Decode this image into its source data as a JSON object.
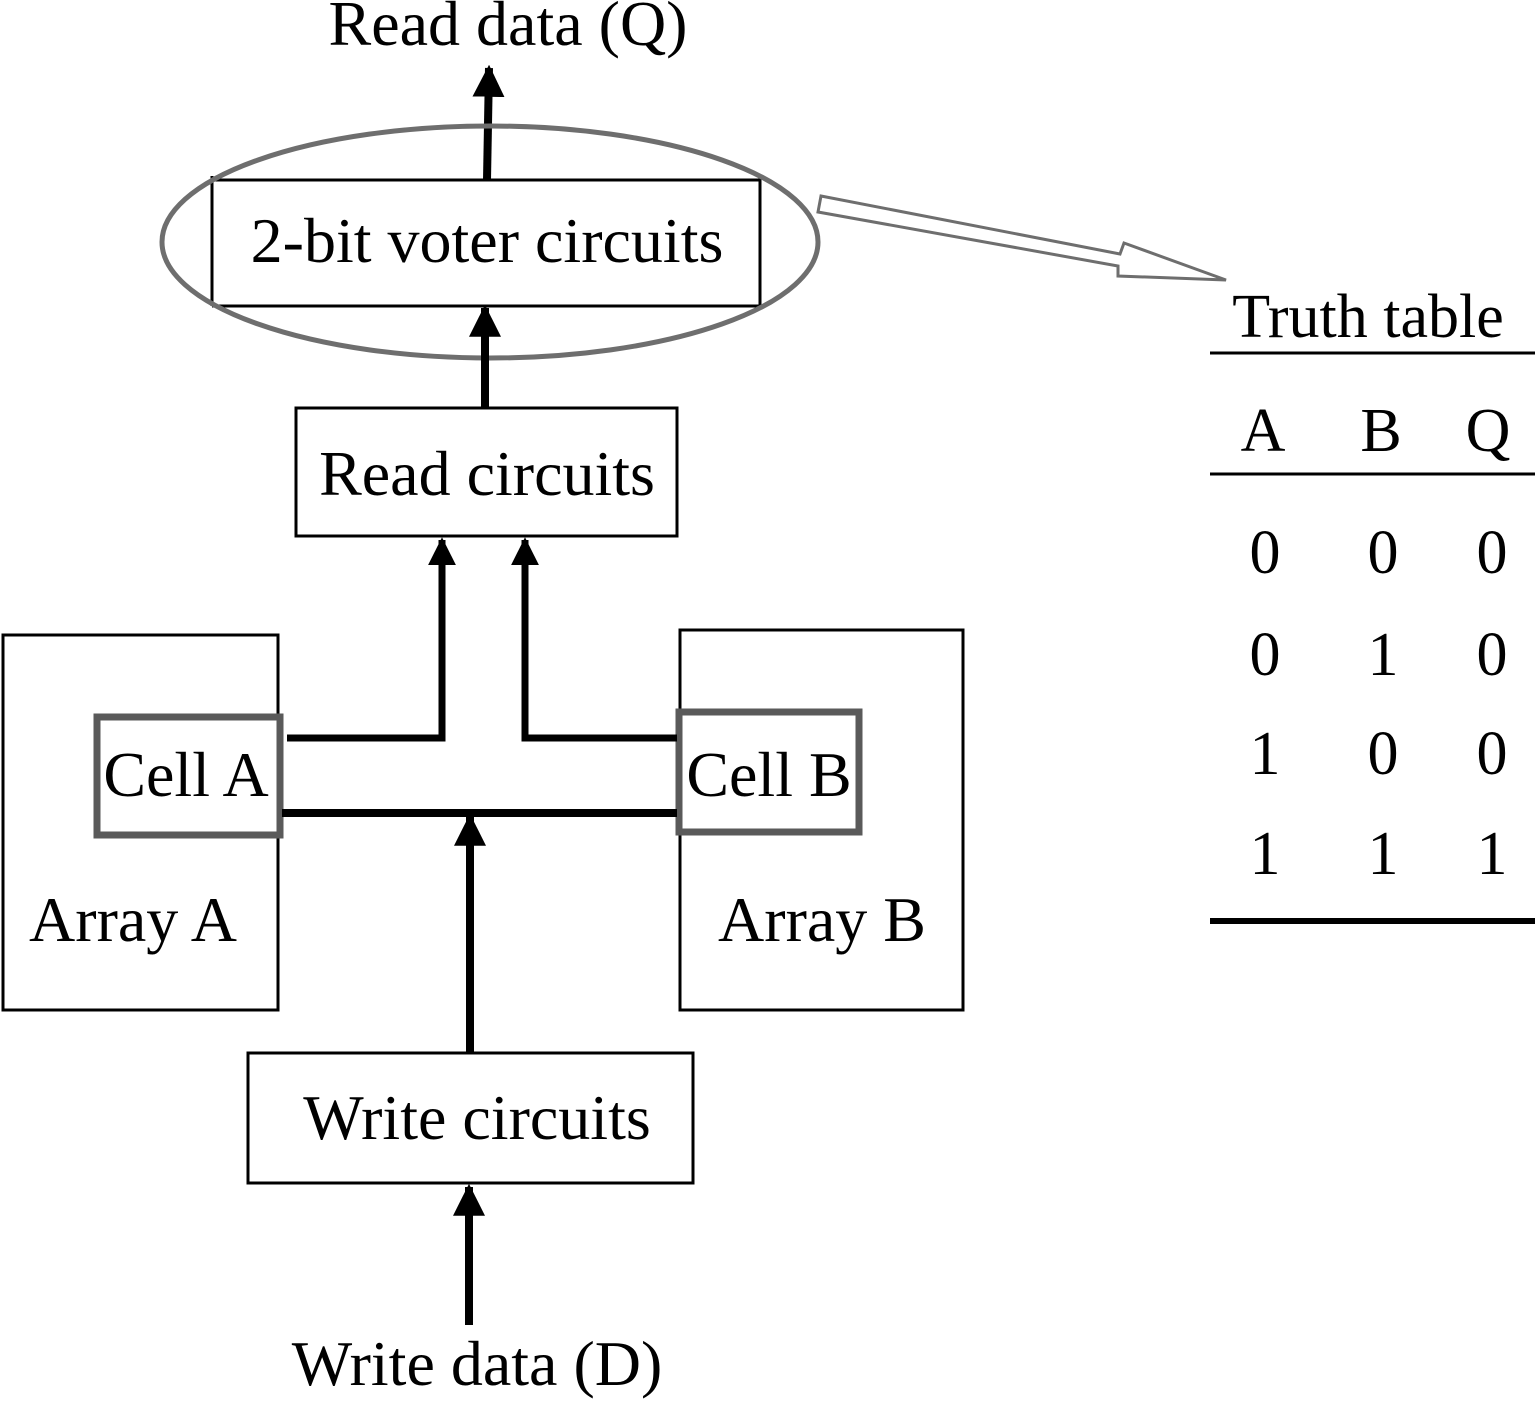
{
  "labels": {
    "read_data": "Read data (Q)",
    "voter": "2-bit voter circuits",
    "read_circuits": "Read circuits",
    "cell_a": "Cell A",
    "cell_b": "Cell B",
    "array_a": "Array A",
    "array_b": "Array B",
    "write_circuits": "Write circuits",
    "write_data": "Write data (D)"
  },
  "truth_table": {
    "title": "Truth table",
    "headers": [
      "A",
      "B",
      "Q"
    ],
    "rows": [
      [
        "0",
        "0",
        "0"
      ],
      [
        "0",
        "1",
        "0"
      ],
      [
        "1",
        "0",
        "0"
      ],
      [
        "1",
        "1",
        "1"
      ]
    ]
  },
  "colors": {
    "line": "#000000",
    "highlight": "#5a5a5a",
    "callout": "#6e6e6e"
  }
}
